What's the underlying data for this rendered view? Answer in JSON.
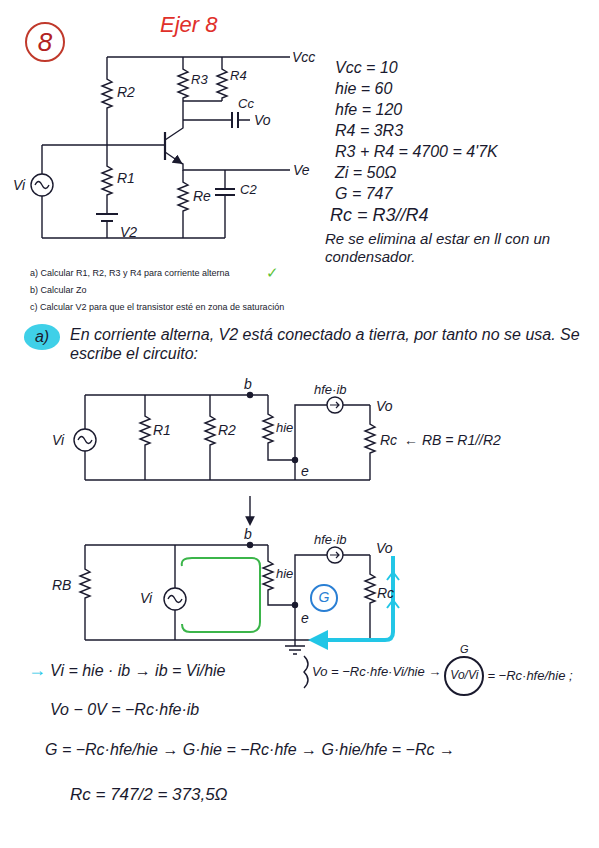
{
  "diagram": {
    "title": "Ejer 8",
    "nodes": [
      {
        "text": [
          "8"
        ]
      },
      {
        "text": [
          "a)"
        ]
      },
      {
        "text": [
          "G"
        ]
      },
      {
        "text": [
          "Vo/Vi"
        ]
      }
    ],
    "labels": [
      "Vcc",
      "R2",
      "R3",
      "R4",
      "Cc",
      "Vo",
      "Ve",
      "Vi",
      "R1",
      "Re",
      "C2",
      "V2",
      "Vcc = 10",
      "hie = 60",
      "hfe = 120",
      "R4 = 3R3",
      "R3 + R4 = 4700 = 4'7K",
      "Zi = 50Ω",
      "G = 747",
      "Rc = R3//R4",
      "Re se elimina al estar en ll con un condensador.",
      "a) Calcular R1, R2, R3 y R4 para corriente alterna",
      "✓",
      "b) Calcular Zo",
      "c) Calcular V2 para que el transistor esté en zona de saturación",
      "En corriente alterna, V2 está conectado a tierra, por tanto no se usa. Se escribe el circuito:",
      "Vi",
      "R1",
      "R2",
      "b",
      "hie",
      "e",
      "hfe·ib",
      "Vo",
      "Rc",
      "← RB = R1//R2",
      "RB",
      "Vi",
      "b",
      "hie",
      "e",
      "hfe·ib",
      "Vo",
      "Rc",
      "→",
      "Vi = hie · ib → ib = Vi/hie",
      "Vo = −Rc·hfe·Vi/hie →",
      "G",
      "= −Rc·hfe/hie ;",
      "Vo − 0V = −Rc·hfe·ib",
      "G = −Rc·hfe/hie → G·hie = −Rc·hfe → G·hie/hfe = −Rc →",
      "Rc = 747/2 = 373,5Ω"
    ]
  }
}
